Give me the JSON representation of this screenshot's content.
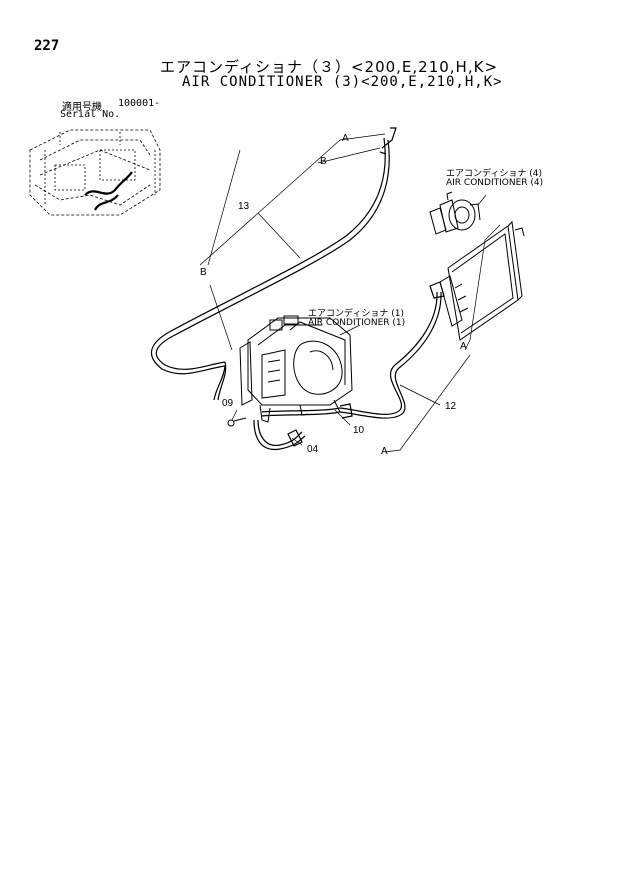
{
  "page": {
    "number": "227",
    "title_jp": "エアコンディショナ（３）<200,E,210,H,K>",
    "title_en": "AIR CONDITIONER (3)<200,E,210,H,K>",
    "serial_label_jp": "適用号機",
    "serial_value": "100001-",
    "serial_label_en": "Serial No."
  },
  "references": [
    {
      "jp": "エアコンディショナ (4)",
      "en": "AIR CONDITIONER (4)"
    },
    {
      "jp": "エアコンディショナ (1)",
      "en": "AIR CONDITIONER (1)"
    }
  ],
  "callouts": {
    "a1": "A",
    "a2": "A",
    "a3": "A",
    "b1": "B",
    "b2": "B",
    "p13": "13",
    "p12": "12",
    "p10": "10",
    "p09": "09",
    "p04": "04"
  }
}
